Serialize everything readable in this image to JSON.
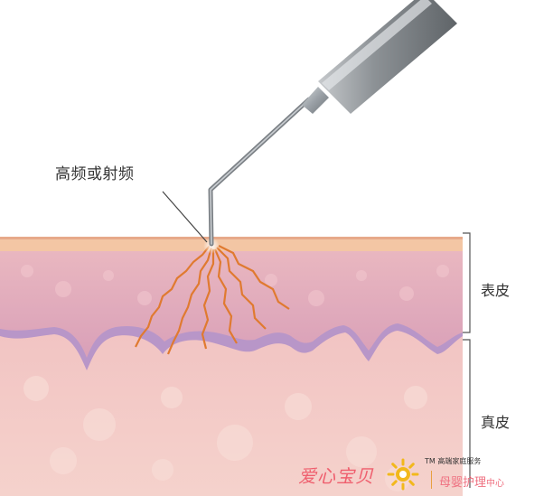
{
  "labels": {
    "probe": "高频或射频",
    "epidermis": "表皮",
    "dermis": "真皮"
  },
  "watermark": {
    "brand_name": "爱心宝贝",
    "tm_text": "TM 高端家庭服务",
    "center_main": "母婴护理",
    "center_small": "中心",
    "logo_icon": "sunburst-logo-icon"
  },
  "colors": {
    "surface": "#f2c9a8",
    "epidermis": "#e4a9b8",
    "basal": "#a68ac0",
    "dermis": "#f4ccc8",
    "energy": "#e07a30",
    "brand": "#ef5f6e",
    "logo": "#f2b81c"
  }
}
